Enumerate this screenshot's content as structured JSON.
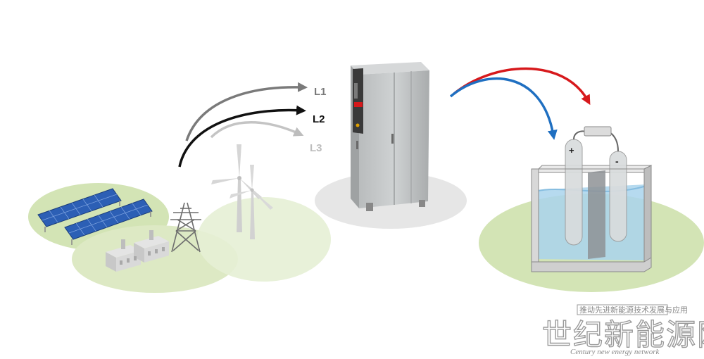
{
  "lines": [
    {
      "label": "L1",
      "color": "#7a7a7a"
    },
    {
      "label": "L2",
      "color": "#111111"
    },
    {
      "label": "L3",
      "color": "#bdbdbd"
    }
  ],
  "electrodes": {
    "positive": "+",
    "negative": "-"
  },
  "flow_colors": {
    "red": "#d7191c",
    "blue": "#1f6fc1"
  },
  "watermark": {
    "tagline": "推动先进新能源技术发展与应用",
    "title": "世纪新能源网",
    "subtitle": "Century new energy network"
  }
}
